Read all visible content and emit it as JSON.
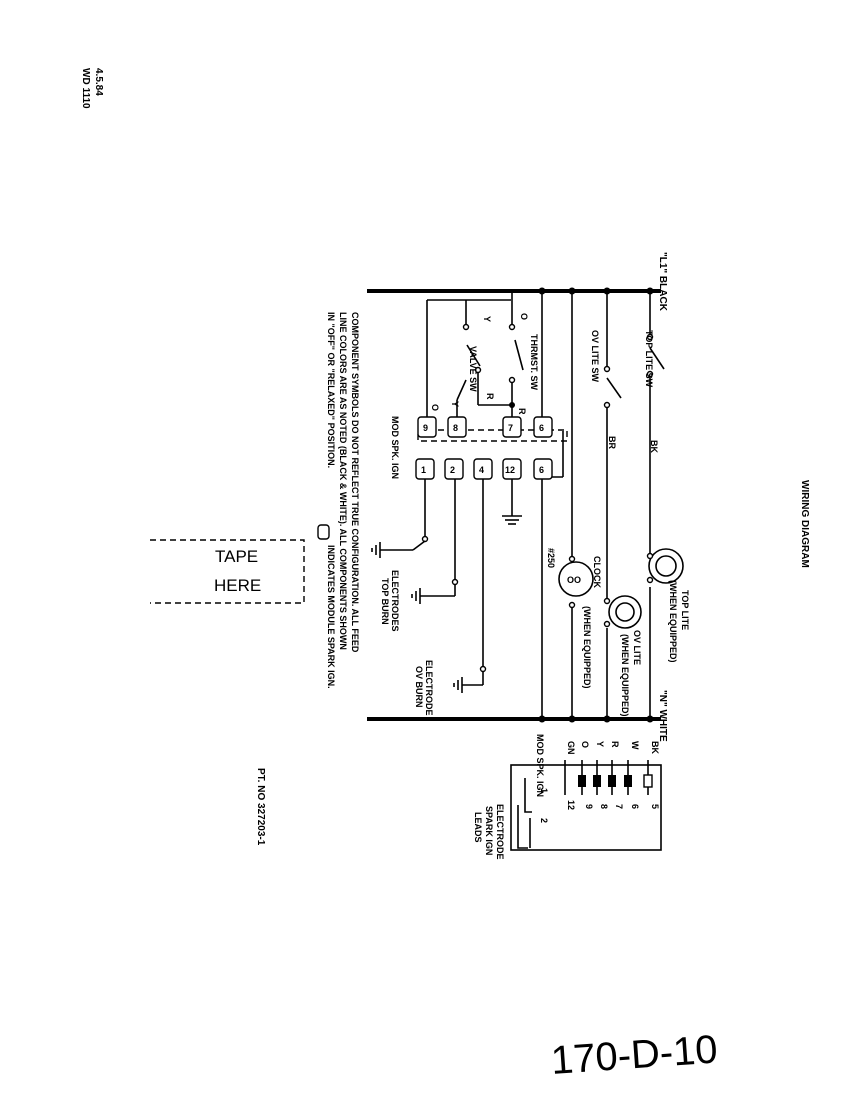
{
  "header": {
    "date": "4.5.84",
    "code": "WD 1110",
    "title": "WIRING DIAGRAM"
  },
  "rails": {
    "l1": "\"L1\" BLACK",
    "n": "\"N\" WHITE"
  },
  "wire_colors": {
    "bk": "BK",
    "br": "BR",
    "o": "O",
    "y": "Y",
    "r": "R",
    "w": "W"
  },
  "switches": {
    "top_lite": "TOP LITE SW",
    "ov_lite": "OV LITE SW",
    "thermostat": "THRMST. SW",
    "valve": "VALVE SW"
  },
  "module": {
    "label": "MOD SPK. IGN",
    "left_terminals": [
      "6",
      "7",
      "8",
      "9"
    ],
    "right_terminals": [
      "6",
      "12",
      "4",
      "2",
      "1"
    ]
  },
  "loads": {
    "top_lite": "TOP LITE",
    "top_lite_note": "(WHEN EQUIPPED)",
    "ov_lite": "OV LITE",
    "ov_lite_note": "(WHEN EQUIPPED)",
    "clock": "CLOCK",
    "clock_number": "#250",
    "clock_note": "(WHEN EQUIPPED)"
  },
  "electrodes": {
    "top_burn_1": "ELECTRODES",
    "top_burn_2": "TOP BURN",
    "ov_burn_1": "ELECTRODE",
    "ov_burn_2": "OV BURN"
  },
  "notes": {
    "line1": "COMPONENT SYMBOLS DO NOT REFLECT TRUE CONFIGURATION. ALL FEED",
    "line2": "LINE COLORS ARE AS NOTED (BLACK & WHITE). ALL COMPONENTS SHOWN",
    "line3": "IN \"OFF\" OR \"RELAXED\" POSITION.",
    "line3b": "INDICATES MODULE SPARK IGN."
  },
  "connector": {
    "wire_colors": [
      "BK",
      "W",
      "R",
      "Y",
      "O",
      "GN"
    ],
    "pins": [
      "5",
      "6",
      "7",
      "8",
      "9",
      "12"
    ],
    "label": "MOD SPK. IGN",
    "electrode_label_1": "ELECTRODE",
    "electrode_label_2": "SPARK IGN",
    "electrode_label_3": "LEADS",
    "lead_numbers": [
      "1",
      "2"
    ]
  },
  "tape": {
    "line1": "TAPE",
    "line2": "HERE"
  },
  "part_number": "PT. NO 327203-1",
  "handwritten": "170-D-10"
}
